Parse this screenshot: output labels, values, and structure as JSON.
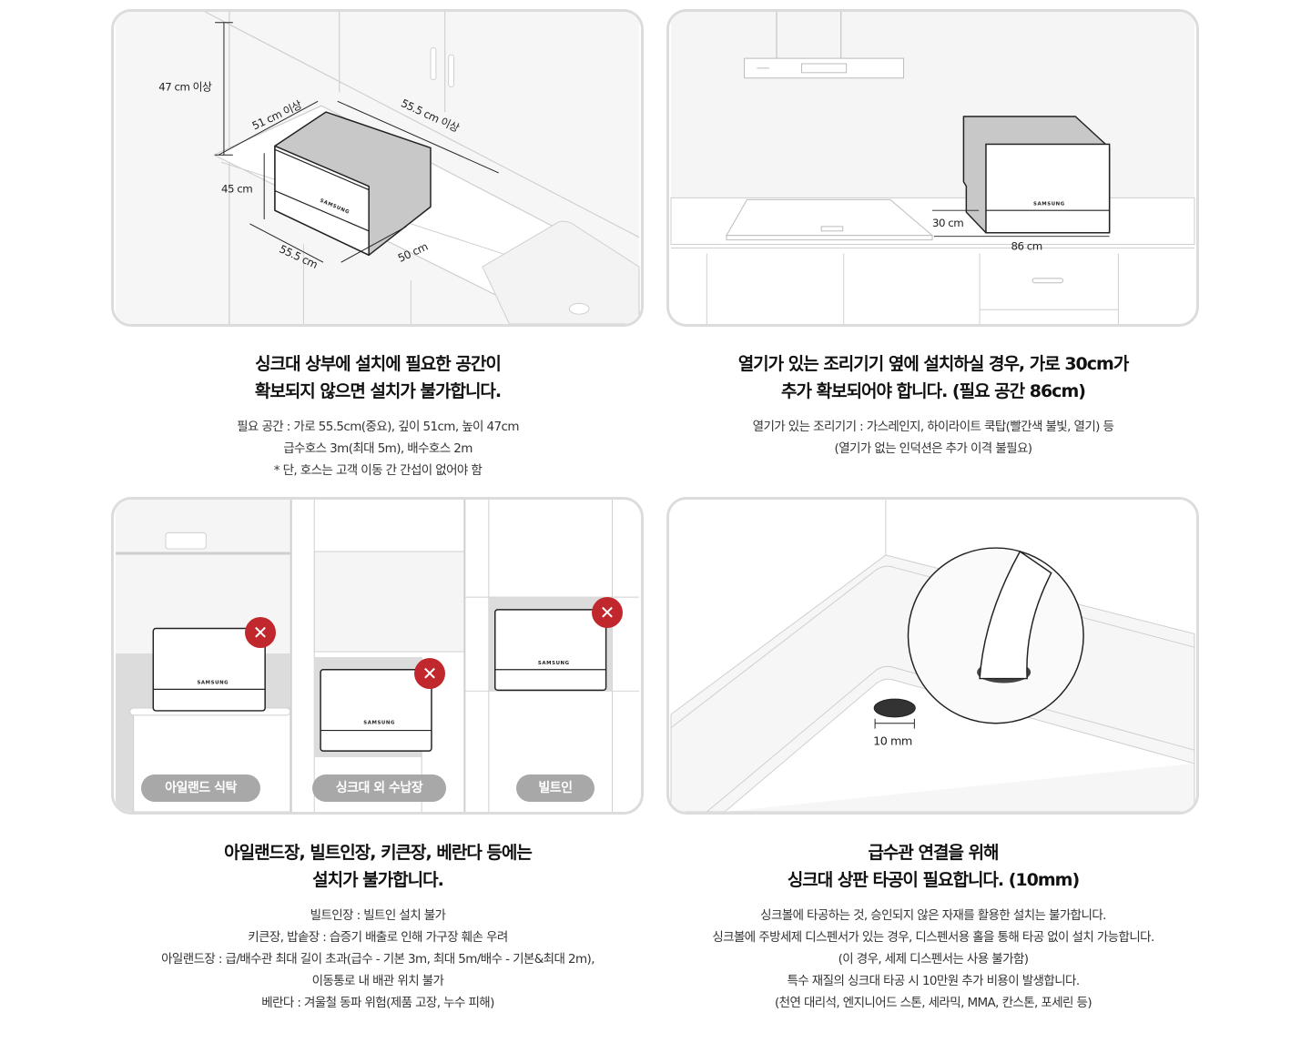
{
  "colors": {
    "panel_border": "#dcdcdc",
    "appliance_top": "#c8c8c8",
    "pill_bg": "#a8a8a8",
    "warning_red": "#c0282d",
    "wall_fill": "#f5f5f5"
  },
  "sections": [
    {
      "id": "sink-top-space",
      "illustration": {
        "brand": "SAMSUNG",
        "dimensions": {
          "height_clearance": "47 cm 이상",
          "depth_clearance": "51 cm 이상",
          "width_clearance": "55.5 cm 이상",
          "unit_height": "45 cm",
          "unit_width": "55.5 cm",
          "unit_depth": "50 cm"
        }
      },
      "headline": [
        "싱크대 상부에 설치에 필요한 공간이",
        "확보되지 않으면 설치가 불가합니다."
      ],
      "details": [
        "필요 공간 : 가로 55.5cm(중요), 깊이 51cm, 높이 47cm",
        "급수호스 3m(최대 5m), 배수호스 2m",
        "* 단, 호스는 고객 이동 간 간섭이 없어야 함"
      ]
    },
    {
      "id": "next-to-heat-cooktop",
      "illustration": {
        "brand": "SAMSUNG",
        "dimensions": {
          "gap": "30 cm",
          "total": "86 cm"
        }
      },
      "headline": [
        "열기가 있는 조리기기 옆에 설치하실 경우, 가로 30cm가",
        "추가 확보되어야 합니다. (필요 공간 86cm)"
      ],
      "details": [
        "열기가 있는 조리기기 : 가스레인지, 하이라이트 쿡탑(빨간색 불빛, 열기) 등",
        "(열기가 없는 인덕션은 추가 이격 불필요)"
      ]
    },
    {
      "id": "prohibited-locations",
      "illustration": {
        "brand": "SAMSUNG",
        "labels": [
          "아일랜드 식탁",
          "싱크대 외 수납장",
          "빌트인"
        ],
        "badge_icon": "x-mark"
      },
      "headline": [
        "아일랜드장, 빌트인장, 키큰장, 베란다 등에는",
        "설치가 불가합니다."
      ],
      "details": [
        "빌트인장 : 빌트인 설치 불가",
        "키큰장, 밥솥장 : 습증기 배출로 인해 가구장 훼손 우려",
        "아일랜드장 : 급/배수관 최대 길이 초과(급수 - 기본 3m, 최대 5m/배수 - 기본&최대 2m),",
        "이동통로 내 배관 위치 불가",
        "베란다 : 겨울철 동파 위험(제품 고장, 누수 피해)"
      ]
    },
    {
      "id": "sink-hole-drilling",
      "illustration": {
        "hole_size": "10 mm"
      },
      "headline": [
        "급수관 연결을 위해",
        "싱크대 상판 타공이 필요합니다. (10mm)"
      ],
      "details": [
        "싱크볼에 타공하는 것, 승인되지 않은 자재를 활용한 설치는 불가합니다.",
        "싱크볼에 주방세제 디스펜서가 있는 경우, 디스펜서용 홀을 통해 타공 없이 설치 가능합니다.",
        "(이 경우, 세제 디스펜서는 사용 불가함)",
        "특수 재질의 싱크대 타공 시 10만원 추가 비용이 발생합니다.",
        "(천연 대리석, 엔지니어드 스톤, 세라믹, MMA, 칸스톤, 포세린 등)"
      ]
    }
  ]
}
